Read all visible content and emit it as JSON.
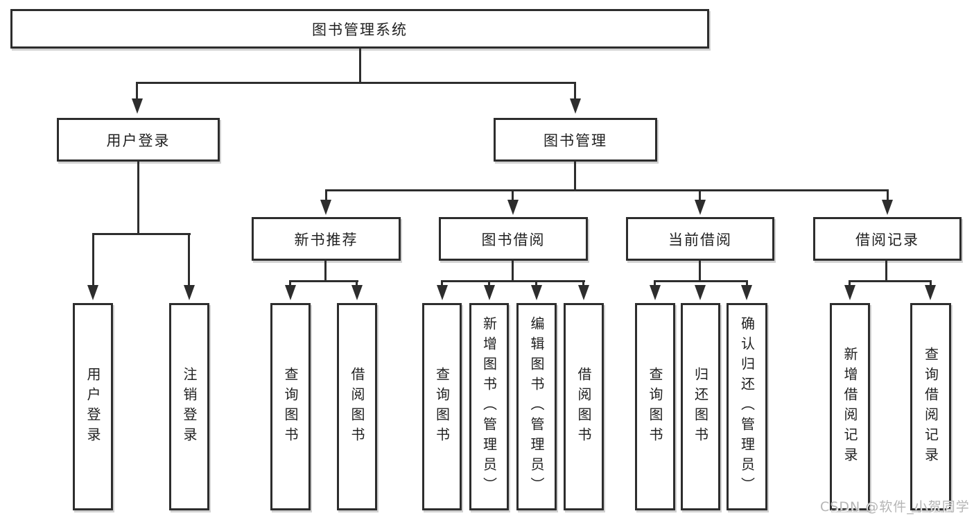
{
  "nodes": {
    "root": "图书管理系统",
    "user_login": "用户登录",
    "book_management": "图书管理",
    "new_book_recommend": "新书推荐",
    "book_borrow": "图书借阅",
    "current_borrow": "当前借阅",
    "borrow_records": "借阅记录",
    "leaf_user_login": "用户登录",
    "leaf_logout": "注销登录",
    "leaf_nb_query_book": "查询图书",
    "leaf_nb_borrow_book": "借阅图书",
    "leaf_bb_query_book": "查询图书",
    "leaf_bb_add_book": "新增图书（管理员）",
    "leaf_bb_edit_book": "编辑图书（管理员）",
    "leaf_bb_borrow_book": "借阅图书",
    "leaf_cb_query_book": "查询图书",
    "leaf_cb_return_book": "归还图书",
    "leaf_cb_confirm_return": "确认归还（管理员）",
    "leaf_br_add_record": "新增借阅记录",
    "leaf_br_query_record": "查询借阅记录"
  },
  "watermark": "CSDN @软件_小贺同学",
  "colors": {
    "line": "#2d2d2d",
    "box_border": "#2d2d2d",
    "text": "#212121",
    "watermark": "#b5b5b5",
    "background": "#ffffff"
  }
}
